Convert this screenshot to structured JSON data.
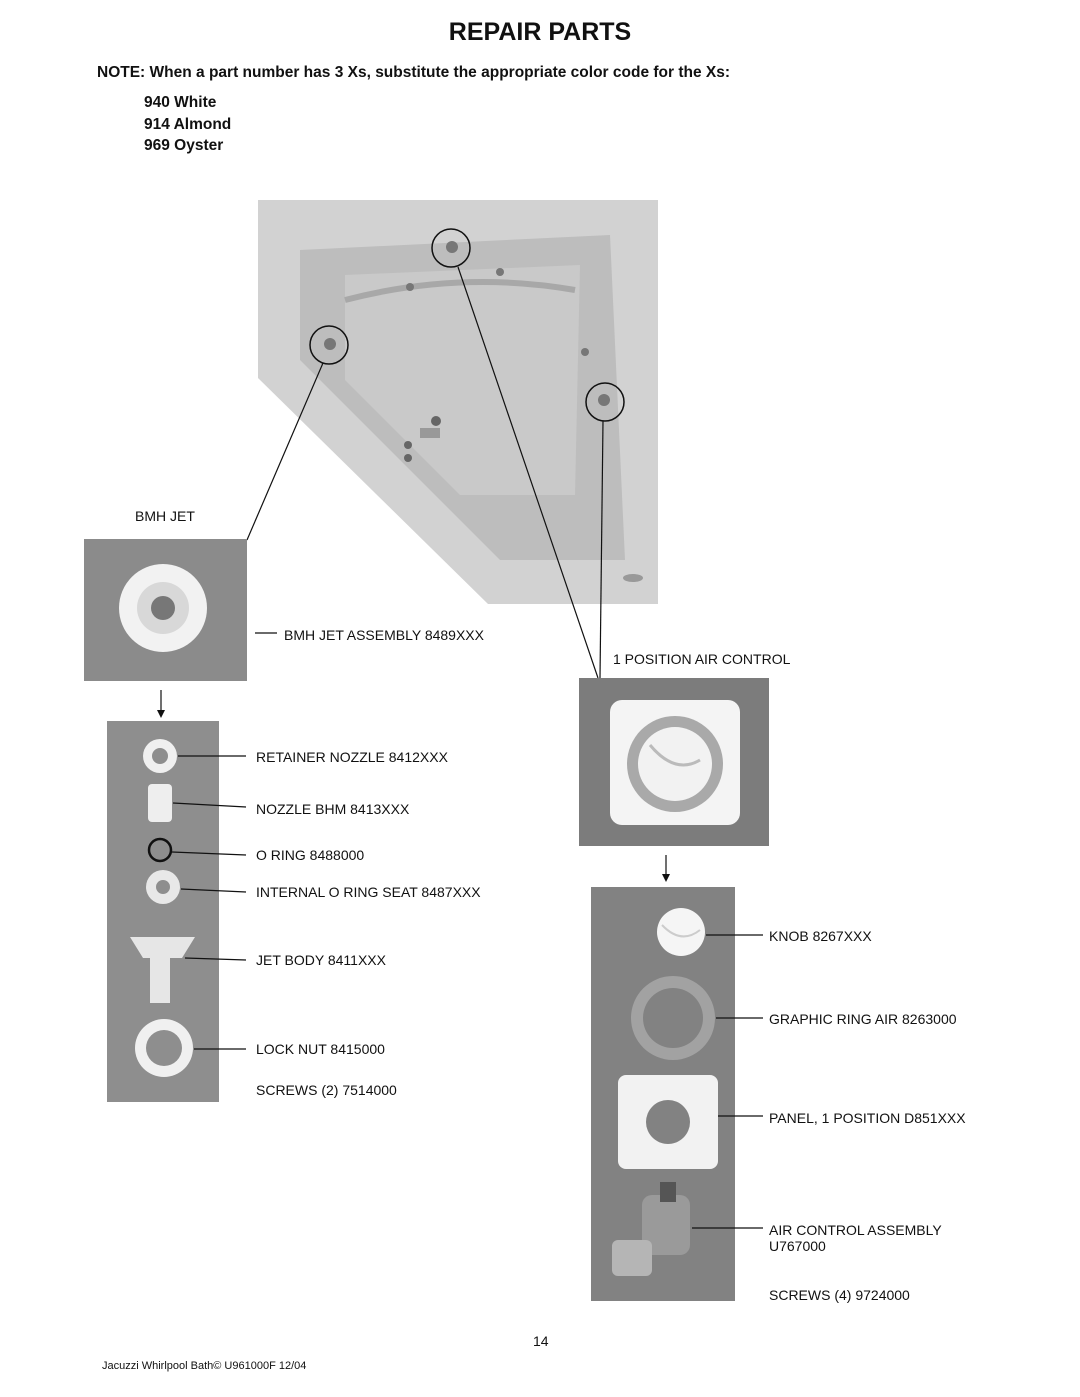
{
  "title": "REPAIR PARTS",
  "note": "NOTE:  When a part number has 3 Xs, substitute the appropriate color code for the Xs:",
  "color_codes": [
    "940 White",
    "914 Almond",
    "969 Oyster"
  ],
  "labels": {
    "bmh_jet": "BMH JET",
    "bmh_jet_assembly": "BMH JET ASSEMBLY 8489XXX",
    "air_control": "1 POSITION AIR CONTROL",
    "retainer_nozzle": "RETAINER NOZZLE 8412XXX",
    "nozzle_bhm": "NOZZLE BHM 8413XXX",
    "o_ring": "O RING 8488000",
    "internal_o_ring_seat": "INTERNAL O RING SEAT 8487XXX",
    "jet_body": "JET BODY 8411XXX",
    "lock_nut": "LOCK NUT 8415000",
    "screws_2": "SCREWS (2) 7514000",
    "knob": "KNOB 8267XXX",
    "graphic_ring": "GRAPHIC RING AIR 8263000",
    "panel": "PANEL, 1 POSITION D851XXX",
    "air_control_assembly_line1": "AIR CONTROL ASSEMBLY",
    "air_control_assembly_line2": "U767000",
    "screws_4": "SCREWS (4) 9724000"
  },
  "page_number": "14",
  "footer": "Jacuzzi Whirlpool Bath©   U961000F  12/04"
}
